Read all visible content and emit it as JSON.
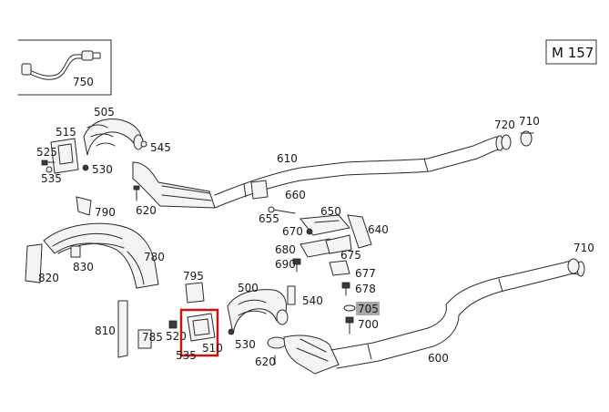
{
  "model_code": "M 157",
  "highlight": {
    "part_label": "705",
    "highlight_color": "#a9a9a9",
    "selection_box_color": "#cc1111"
  },
  "labels": {
    "p750": "750",
    "p505": "505",
    "p515": "515",
    "p525": "525",
    "p535": "535",
    "p530a": "530",
    "p545": "545",
    "p610": "610",
    "p620a": "620",
    "p720": "720",
    "p710a": "710",
    "p790": "790",
    "p660": "660",
    "p655": "655",
    "p650": "650",
    "p670": "670",
    "p640": "640",
    "p680": "680",
    "p675": "675",
    "p690": "690",
    "p677": "677",
    "p678": "678",
    "p705": "705",
    "p700": "700",
    "p780": "780",
    "p830": "830",
    "p820": "820",
    "p795": "795",
    "p500": "500",
    "p540": "540",
    "p810": "810",
    "p785": "785",
    "p520": "520",
    "p535b": "535",
    "p510": "510",
    "p530b": "530",
    "p620b": "620",
    "p600": "600",
    "p710b": "710"
  }
}
